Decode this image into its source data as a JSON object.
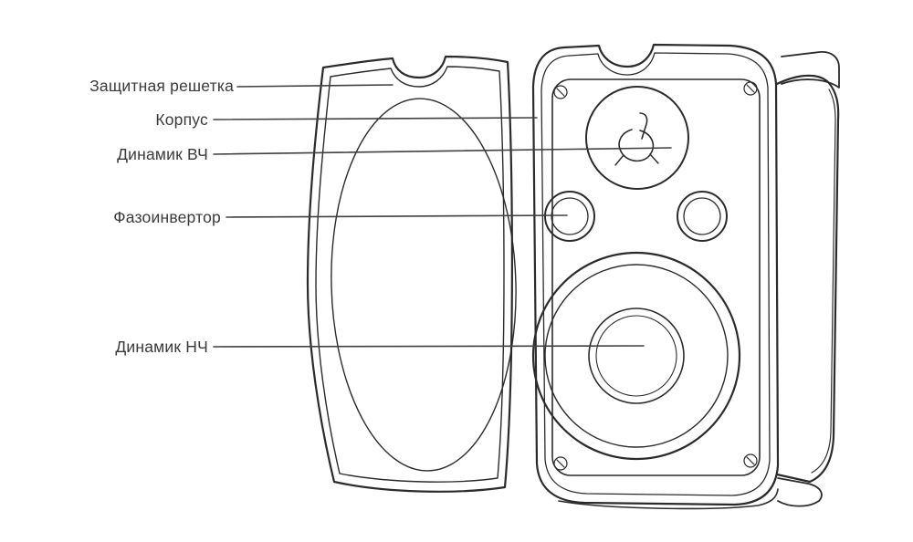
{
  "diagram": {
    "type": "labeled-diagram",
    "labels": [
      {
        "id": "protective-grille",
        "text": "Защитная решетка"
      },
      {
        "id": "enclosure",
        "text": "Корпус"
      },
      {
        "id": "tweeter",
        "text": "Динамик ВЧ"
      },
      {
        "id": "bass-reflex-port",
        "text": "Фазоинвертор"
      },
      {
        "id": "woofer",
        "text": "Динамик НЧ"
      }
    ],
    "colors": {
      "line": "#2b2b2b",
      "leader_line": "#404040",
      "label_text": "#3a3a3a",
      "background": "#ffffff"
    }
  }
}
